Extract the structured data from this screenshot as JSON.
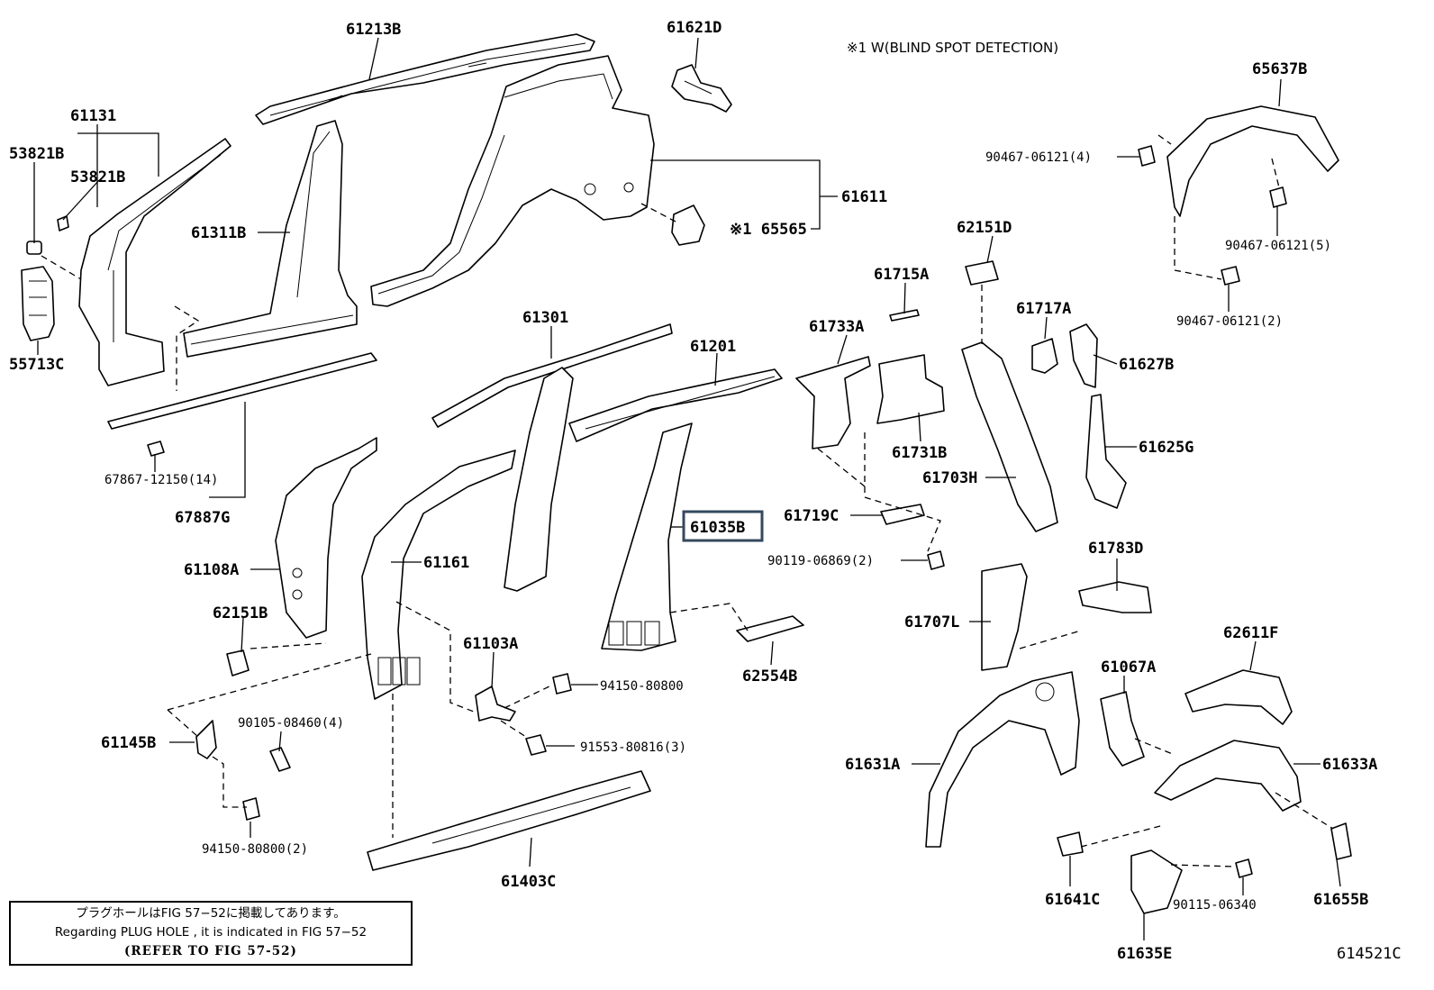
{
  "figure_id": "614521C",
  "note_marker": "※1 W(BLIND SPOT DETECTION)",
  "reference_box": {
    "line1": "プラグホールはFIG 57−52に掲載してあります。",
    "line2": "Regarding PLUG HOLE , it is indicated in FIG 57−52",
    "line3": "(REFER TO FIG 57-52)"
  },
  "highlighted_part": "61035B",
  "parts": {
    "p61213B": "61213B",
    "p61621D": "61621D",
    "p65637B": "65637B",
    "p61131": "61131",
    "p53821B_a": "53821B",
    "p53821B_b": "53821B",
    "p55713C": "55713C",
    "p61311B": "61311B",
    "p61611": "61611",
    "p65565": "※1 65565",
    "p90467_4": "90467-06121(4)",
    "p90467_5": "90467-06121(5)",
    "p90467_2": "90467-06121(2)",
    "p62151D": "62151D",
    "p61715A": "61715A",
    "p61717A": "61717A",
    "p61733A": "61733A",
    "p61627B": "61627B",
    "p61301": "61301",
    "p61201": "61201",
    "p61731B": "61731B",
    "p61625G": "61625G",
    "p61703H": "61703H",
    "p67867": "67867-12150(14)",
    "p67887G": "67887G",
    "p61719C": "61719C",
    "p61035B": "61035B",
    "p90119": "90119-06869(2)",
    "p61783D": "61783D",
    "p61108A": "61108A",
    "p61161": "61161",
    "p61707L": "61707L",
    "p62151B": "62151B",
    "p61103A": "61103A",
    "p62611F": "62611F",
    "p61067A": "61067A",
    "p62554B": "62554B",
    "p94150_a": "94150-80800",
    "p90105": "90105-08460(4)",
    "p61145B": "61145B",
    "p91553": "91553-80816(3)",
    "p61631A": "61631A",
    "p61633A": "61633A",
    "p94150_b": "94150-80800(2)",
    "p61403C": "61403C",
    "p61641C": "61641C",
    "p90115": "90115-06340",
    "p61655B": "61655B",
    "p61635E": "61635E"
  }
}
